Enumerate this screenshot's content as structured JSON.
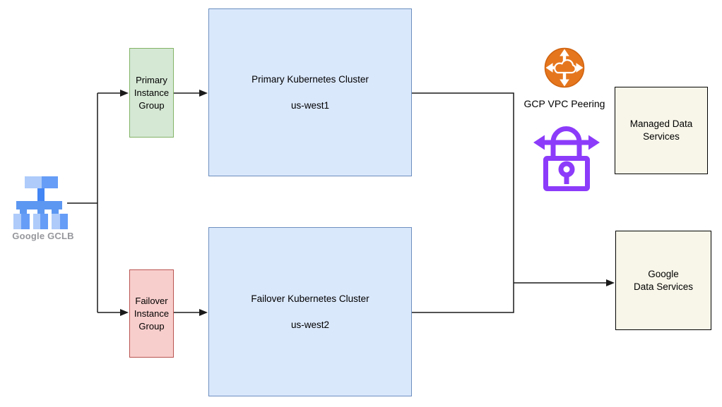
{
  "nodes": {
    "gclb": {
      "label": "Google GCLB"
    },
    "primary_instance_group": {
      "lines": [
        "Primary",
        "Instance",
        "Group"
      ],
      "fill": "#d5e8d4",
      "stroke": "#82b366"
    },
    "failover_instance_group": {
      "lines": [
        "Failover",
        "Instance",
        "Group"
      ],
      "fill": "#f8cecc",
      "stroke": "#b85450"
    },
    "primary_cluster": {
      "title": "Primary Kubernetes Cluster",
      "region": "us-west1",
      "fill": "#dae8fc",
      "stroke": "#6c8ebf"
    },
    "failover_cluster": {
      "title": "Failover Kubernetes Cluster",
      "region": "us-west2",
      "fill": "#dae8fc",
      "stroke": "#6c8ebf"
    },
    "vpc_peering": {
      "label": "GCP VPC Peering",
      "icon": "vpc-peering-icon",
      "icon_color": "#e5761e"
    },
    "vpn_lock": {
      "icon": "vpn-lock-icon",
      "icon_color": "#8c3bfa"
    },
    "managed_data_services": {
      "lines": [
        "Managed Data",
        "Services"
      ],
      "fill": "#f8f6e9"
    },
    "google_data_services": {
      "lines": [
        "Google",
        "Data Services"
      ],
      "fill": "#f8f6e9"
    }
  },
  "icons": {
    "gclb": "load-balancer-icon",
    "gclb_colors": {
      "light": "#aecbfa",
      "medium": "#5c97f2",
      "dark": "#4285f4"
    }
  },
  "connections": [
    {
      "from": "gclb",
      "to": "primary_instance_group",
      "arrow": true
    },
    {
      "from": "gclb",
      "to": "failover_instance_group",
      "arrow": true
    },
    {
      "from": "primary_instance_group",
      "to": "primary_cluster",
      "arrow": true
    },
    {
      "from": "failover_instance_group",
      "to": "failover_cluster",
      "arrow": true
    },
    {
      "from": "primary_cluster",
      "to": "junction-right",
      "arrow": false
    },
    {
      "from": "failover_cluster",
      "to": "junction-right",
      "arrow": false
    },
    {
      "from": "junction-right",
      "to": "google_data_services",
      "arrow": true
    }
  ],
  "connector_color": "#1a1a1a"
}
